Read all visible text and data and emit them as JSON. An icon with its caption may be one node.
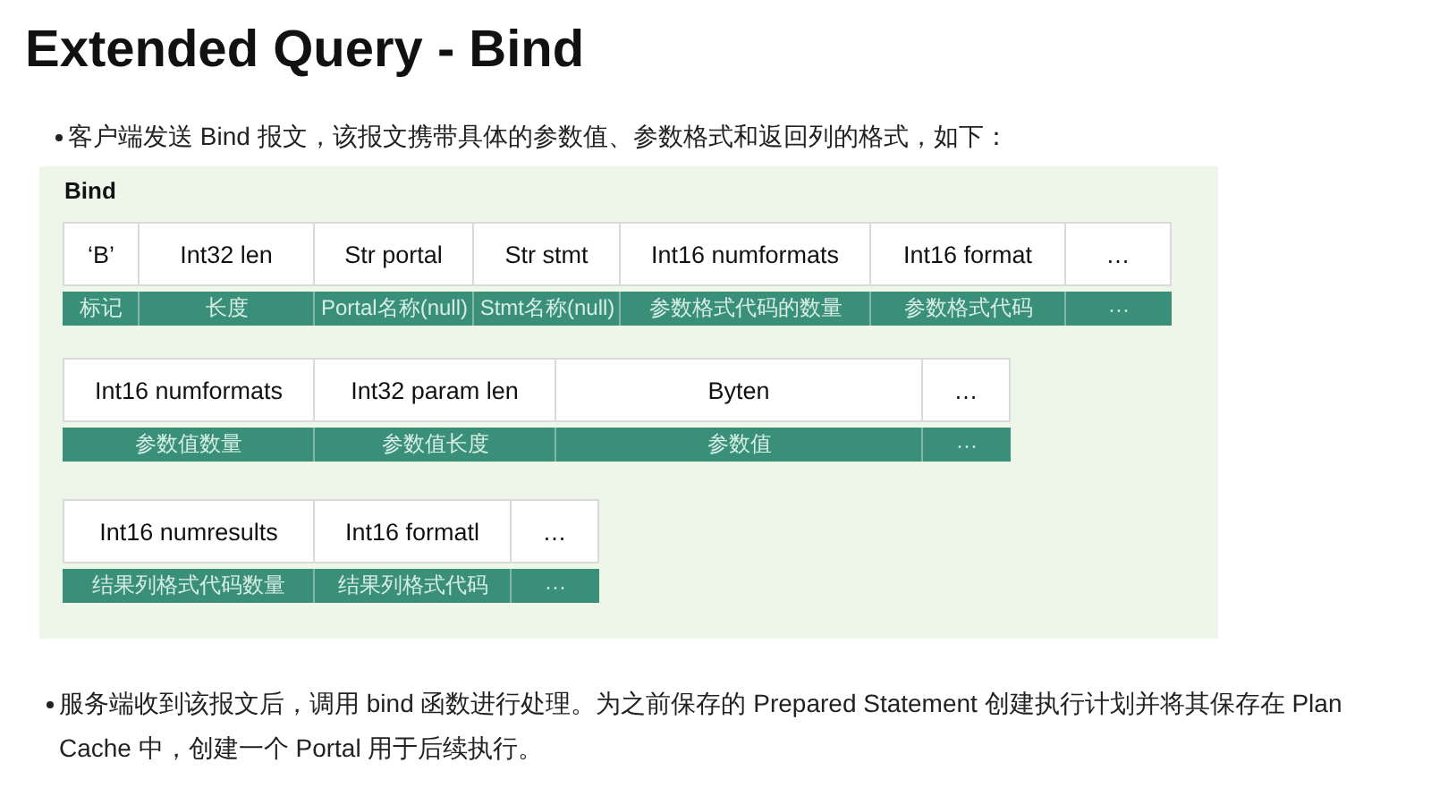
{
  "diagram": {
    "title": "Extended Query - Bind",
    "nodes": [
      {
        "text": [
          "Bind"
        ]
      },
      {
        "text": [
          "‘B’",
          "标记"
        ],
        "in": 0
      },
      {
        "text": [
          "Int32 len",
          "长度"
        ],
        "in": 0
      },
      {
        "text": [
          "Str portal",
          "Portal名称(null)"
        ],
        "in": 0
      },
      {
        "text": [
          "Str stmt",
          "Stmt名称(null)"
        ],
        "in": 0
      },
      {
        "text": [
          "Int16 numformats",
          "参数格式代码的数量"
        ],
        "in": 0
      },
      {
        "text": [
          "Int16 format",
          "参数格式代码"
        ],
        "in": 0
      },
      {
        "text": [
          "…",
          "···"
        ],
        "in": 0
      },
      {
        "text": [
          "Int16 numformats",
          "参数值数量"
        ],
        "in": 0
      },
      {
        "text": [
          "Int32 param len",
          "参数值长度"
        ],
        "in": 0
      },
      {
        "text": [
          "Byten",
          "参数值"
        ],
        "in": 0
      },
      {
        "text": [
          "…",
          "···"
        ],
        "in": 0
      },
      {
        "text": [
          "Int16 numresults",
          "结果列格式代码数量"
        ],
        "in": 0
      },
      {
        "text": [
          "Int16 formatl",
          "结果列格式代码"
        ],
        "in": 0
      },
      {
        "text": [
          "…",
          "···"
        ],
        "in": 0
      }
    ],
    "labels": [
      "客户端发送 Bind 报文，该报文携带具体的参数值、参数格式和返回列的格式，如下：",
      "服务端收到该报文后，调用 bind 函数进行处理。为之前保存的 Prepared Statement 创建执行计划并将其保存在 Plan Cache 中，创建一个 Portal 用于后续执行。"
    ]
  }
}
